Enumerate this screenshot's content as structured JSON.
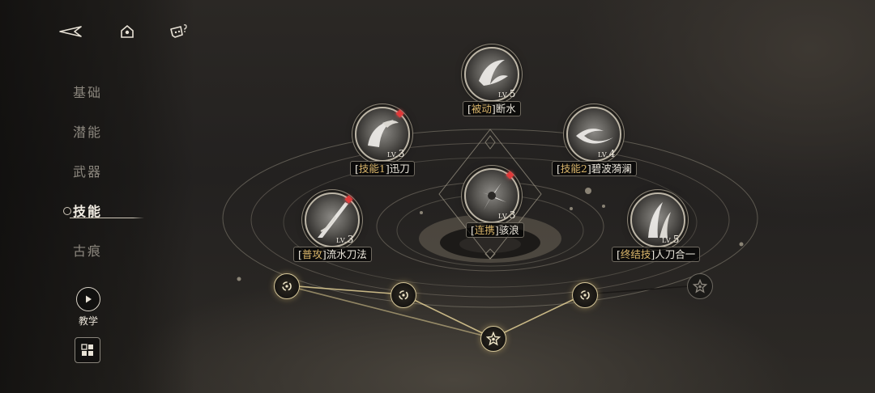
{
  "nav": {
    "items": [
      {
        "label": "基础",
        "active": false
      },
      {
        "label": "潜能",
        "active": false
      },
      {
        "label": "武器",
        "active": false
      },
      {
        "label": "技能",
        "active": true
      },
      {
        "label": "古痕",
        "active": false
      }
    ],
    "teach_label": "教学"
  },
  "icons": {
    "back": "back-arrow-icon",
    "home": "home-icon",
    "help": "help-chat-icon",
    "teach": "play-icon",
    "grid": "grid-icon"
  },
  "skills": [
    {
      "id": "passive",
      "category": "被动",
      "name": "断水",
      "level": "5",
      "has_dot": false
    },
    {
      "id": "skill1",
      "category": "技能1",
      "name": "迅刀",
      "level": "3",
      "has_dot": true
    },
    {
      "id": "skill2",
      "category": "技能2",
      "name": "碧波漪澜",
      "level": "4",
      "has_dot": false
    },
    {
      "id": "combo",
      "category": "连携",
      "name": "骇浪",
      "level": "3",
      "has_dot": true
    },
    {
      "id": "normal",
      "category": "普攻",
      "name": "流水刀法",
      "level": "3",
      "has_dot": true
    },
    {
      "id": "ultimate",
      "category": "终结技",
      "name": "人刀合一",
      "level": "5",
      "has_dot": false
    }
  ],
  "level_prefix": "LV.",
  "nodes": [
    {
      "state": "active"
    },
    {
      "state": "active"
    },
    {
      "state": "active"
    },
    {
      "state": "active"
    },
    {
      "state": "locked"
    }
  ],
  "colors": {
    "accent_gold": "#d9b56a",
    "red_dot": "#e03a3a",
    "text_main": "#ece7dc",
    "text_dim": "#8c877e"
  }
}
